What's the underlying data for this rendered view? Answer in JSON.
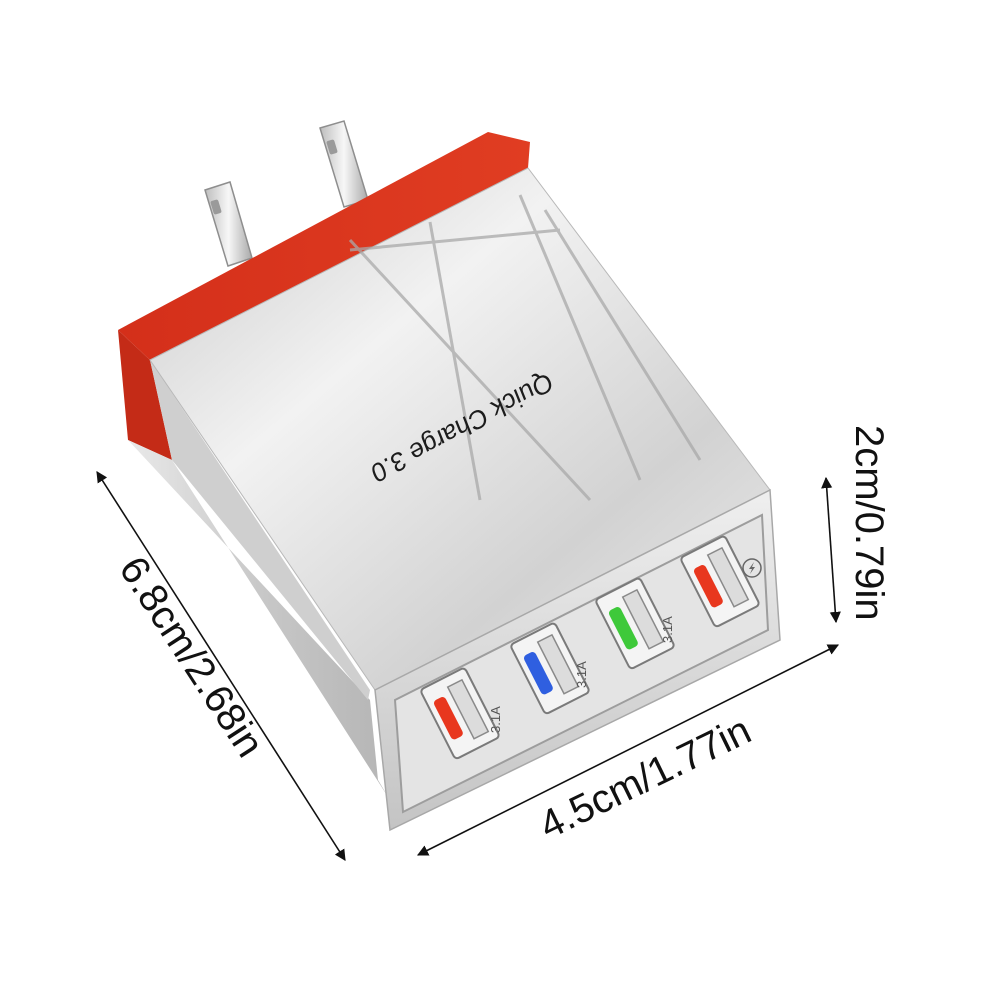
{
  "product": {
    "brand_text": "Quick Charge 3.0",
    "accent_color": "#d9331d",
    "body_color": "#d8d8d8",
    "port_label": "3.1A",
    "port_indicator_colors": [
      "#e8371e",
      "#2f5fe0",
      "#3ec93a",
      "#e8371e"
    ],
    "quick_charge_icon": "lightning-icon"
  },
  "dimensions": {
    "length": "6.8cm/2.68in",
    "width": "4.5cm/1.77in",
    "height": "2cm/0.79in"
  }
}
